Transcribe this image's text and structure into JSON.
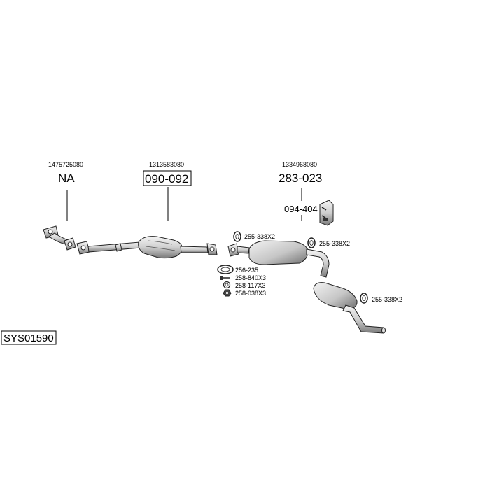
{
  "system_code": "SYS01590",
  "groups": [
    {
      "oem": "1475725080",
      "label": "NA"
    },
    {
      "oem": "1313583080",
      "label": "090-092"
    },
    {
      "oem": "1334968080",
      "label": "283-023"
    }
  ],
  "sub_label": "094-404",
  "fittings": [
    {
      "label": "255-338X2"
    },
    {
      "label": "255-338X2"
    },
    {
      "label": "255-338X2"
    },
    {
      "label": "256-235"
    },
    {
      "label": "258-840X3"
    },
    {
      "label": "258-117X3"
    },
    {
      "label": "258-038X3"
    }
  ]
}
